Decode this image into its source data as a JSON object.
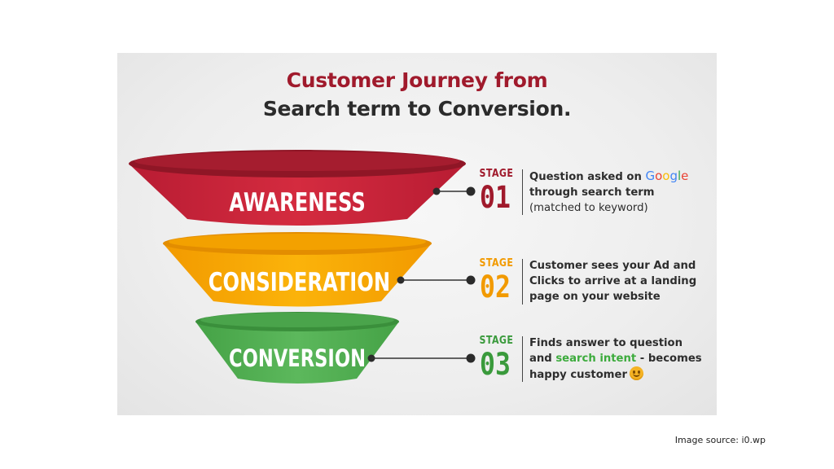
{
  "title_line1": "Customer Journey from",
  "title_line2": "Search term to Conversion.",
  "colors": {
    "title_red": "#a01a2c",
    "awareness": "#c8243a",
    "consideration": "#f7a800",
    "conversion": "#4caf50",
    "highlight_green": "#3cab3c"
  },
  "stages": [
    {
      "tier": "AWARENESS",
      "stage_word": "STAGE",
      "number": "01",
      "desc_line1_prefix": "Question asked on ",
      "desc_line1_brand": "Google",
      "desc_line2": "through search term",
      "desc_line3": "(matched to keyword)"
    },
    {
      "tier": "CONSIDERATION",
      "stage_word": "STAGE",
      "number": "02",
      "desc_line1": "Customer sees your Ad and",
      "desc_line2": "Clicks to arrive at a landing",
      "desc_line3": "page on your website"
    },
    {
      "tier": "CONVERSION",
      "stage_word": "STAGE",
      "number": "03",
      "desc_line1": "Finds answer to question",
      "desc_line2_prefix": "and ",
      "desc_line2_highlight": "search intent",
      "desc_line2_suffix": " - becomes",
      "desc_line3": "happy customer",
      "desc_icon": "smiley-icon"
    }
  ],
  "source_text": "Image source: i0.wp"
}
